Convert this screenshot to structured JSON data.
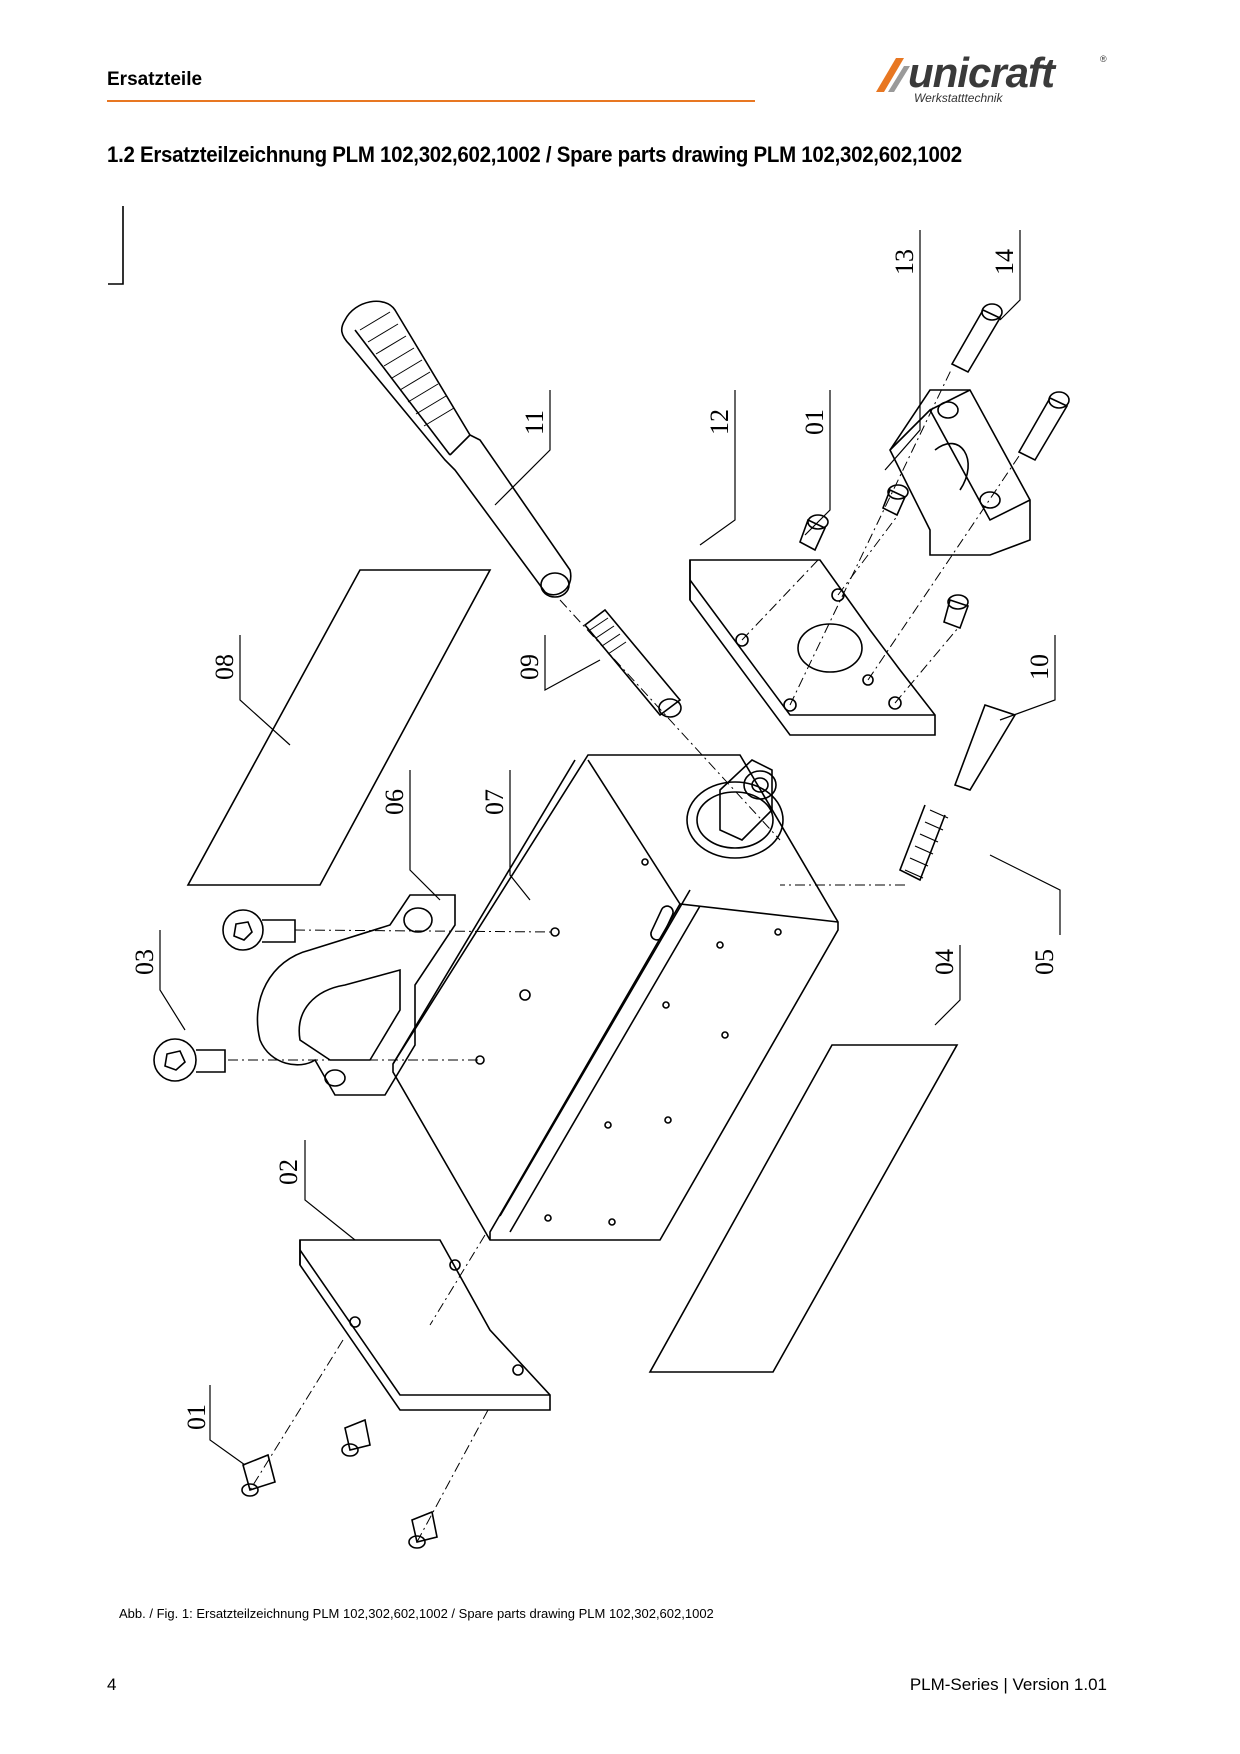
{
  "header": {
    "section": "Ersatzteile",
    "logo_text": "unicraft",
    "logo_subtitle": "Werkstatttechnik",
    "logo_registered": "®",
    "accent_color": "#e87722",
    "logo_icon": "unicraft-logo-icon"
  },
  "section": {
    "title": "1.2   Ersatzteilzeichnung PLM 102,302,602,1002 / Spare parts drawing PLM 102,302,602,1002"
  },
  "drawing": {
    "callouts": [
      "01",
      "02",
      "03",
      "04",
      "05",
      "06",
      "07",
      "08",
      "09",
      "10",
      "11",
      "12",
      "01",
      "13",
      "14"
    ]
  },
  "caption": "Abb. / Fig. 1: Ersatzteilzeichnung PLM 102,302,602,1002 / Spare parts drawing PLM 102,302,602,1002",
  "footer": {
    "page_number": "4",
    "version": "PLM-Series | Version 1.01"
  }
}
